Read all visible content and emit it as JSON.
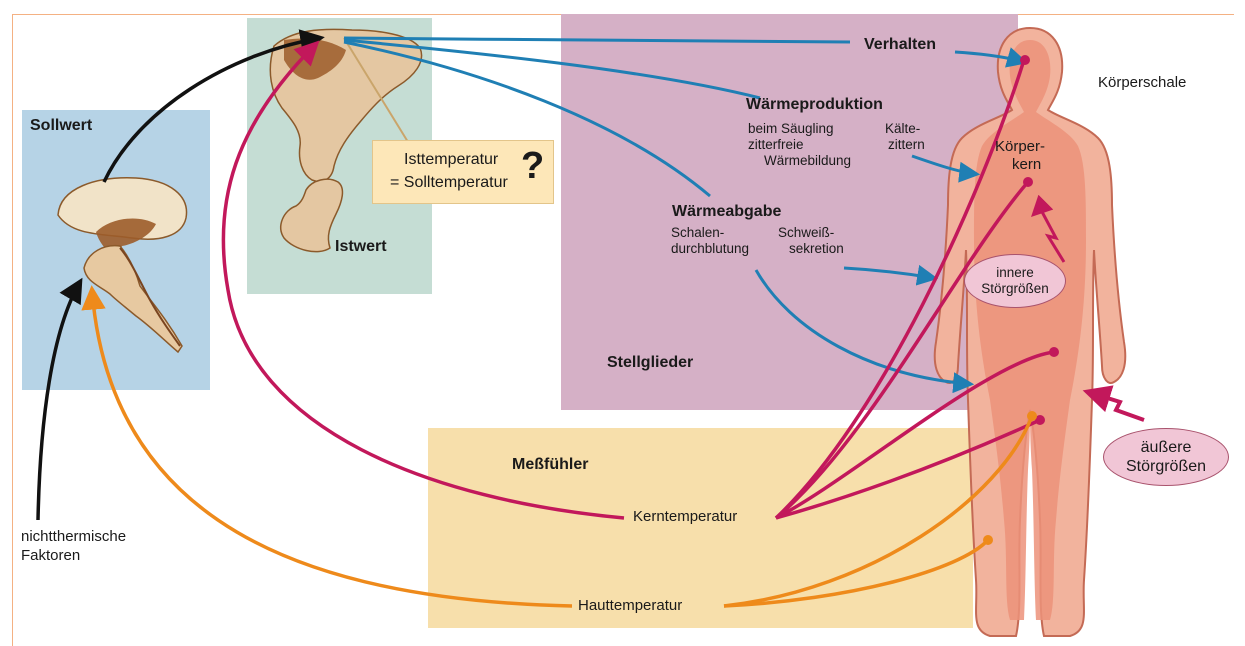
{
  "regions": {
    "sollwert": "Sollwert",
    "istwert": "Istwert",
    "stellglieder": "Stellglieder",
    "messfuehler": "Meßfühler"
  },
  "callout": {
    "line1": "Isttemperatur",
    "line2": "= Solltemperatur",
    "mark": "?"
  },
  "effectors": {
    "verhalten": "Verhalten",
    "waermeproduktion": {
      "title": "Wärmeproduktion",
      "saeugling": [
        "beim Säugling",
        "zitterfreie",
        "Wärmebildung"
      ],
      "kaeltezittern": [
        "Kälte-",
        "zittern"
      ]
    },
    "waermeabgabe": {
      "title": "Wärmeabgabe",
      "schalen": [
        "Schalen-",
        "durchblutung"
      ],
      "schweiss": [
        "Schweiß-",
        "sekretion"
      ]
    }
  },
  "body": {
    "koerperschale": "Körperschale",
    "koerperkern": [
      "Körper-",
      "kern"
    ],
    "innere_stoergroessen": [
      "innere",
      "Störgrößen"
    ],
    "aeussere_stoergroessen": [
      "äußere",
      "Störgrößen"
    ]
  },
  "sensors": {
    "kerntemperatur": "Kerntemperatur",
    "hauttemperatur": "Hauttemperatur"
  },
  "inputs": {
    "nichtthermische": [
      "nichtthermische",
      "Faktoren"
    ]
  },
  "colors": {
    "black_arrow": "#111111",
    "blue_arrow": "#1f7fb4",
    "magenta_arrow": "#c2185b",
    "orange_arrow": "#ee8a1b",
    "body_fill": "#f0a18d",
    "body_outline": "#c46a55",
    "brain_fill": "#f1e3c8",
    "brain_dark": "#9c5c2a"
  }
}
